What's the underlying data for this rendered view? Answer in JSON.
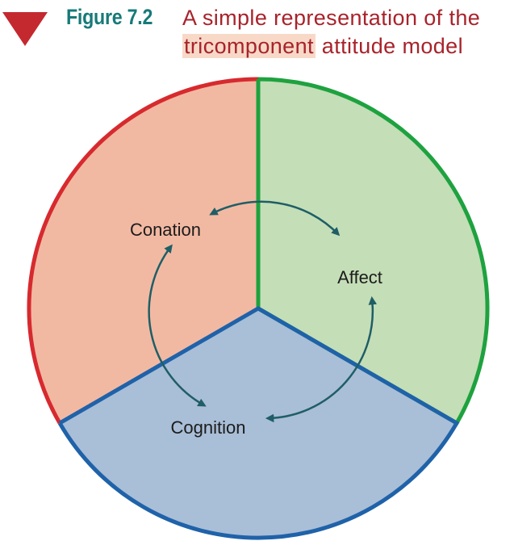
{
  "figure": {
    "number": "Figure 7.2",
    "title_line1": "A simple representation of the",
    "title_highlight": "tricomponent",
    "title_rest": " attitude model"
  },
  "nodes": {
    "conation": "Conation",
    "affect": "Affect",
    "cognition": "Cognition"
  },
  "colors": {
    "title_marker": "#c4292f",
    "figure_number": "#167a78",
    "title_text": "#a8232b",
    "conation_fill": "#f2b9a2",
    "conation_border": "#d72a2f",
    "affect_fill": "#c4deb7",
    "affect_border": "#1ea23f",
    "cognition_fill": "#a9bed7",
    "cognition_border": "#1f62a9",
    "arrows": "#1f5e66"
  }
}
